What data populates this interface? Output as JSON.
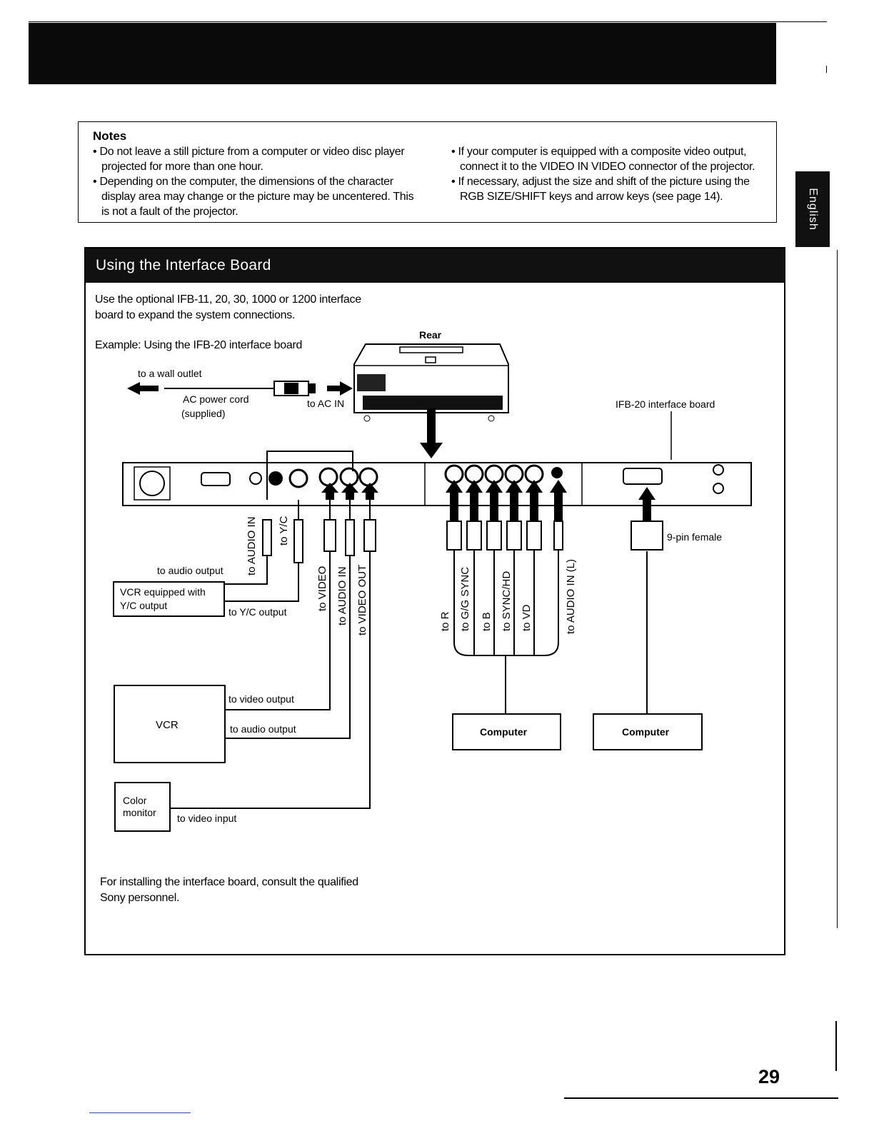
{
  "notes": {
    "heading": "Notes",
    "left": [
      "• Do not leave a still picture from a computer or video disc player projected for more than one hour.",
      "• Depending on the computer, the dimensions of the character display area may change or the picture may be uncentered. This is not a fault of the projector."
    ],
    "right": [
      "• If your computer is equipped with a composite video output, connect it to the VIDEO IN VIDEO connector of the projector.",
      "• If necessary, adjust the size and shift of the picture using the RGB SIZE/SHIFT keys and arrow keys (see page 14)."
    ]
  },
  "side_tab": "English",
  "section": {
    "title": "Using the Interface Board",
    "intro_line1": "Use the optional IFB-11, 20, 30, 1000 or 1200 interface",
    "intro_line2": "board to expand the system connections.",
    "example": "Example:  Using the IFB-20 interface board",
    "footer_line1": "For installing the interface board, consult the qualified",
    "footer_line2": "Sony personnel."
  },
  "diagram": {
    "rear": "Rear",
    "wall_outlet": "to a wall outlet",
    "ac_cord1": "AC power cord",
    "ac_cord2": "(supplied)",
    "ac_in": "to AC IN",
    "board": "IFB-20 interface board",
    "nine_pin": "9-pin female",
    "to_audio_in": "to AUDIO IN",
    "to_yc": "to Y/C",
    "to_audio_output": "to audio output",
    "vcr_yc1": "VCR equipped with",
    "vcr_yc2": "Y/C output",
    "to_yc_output": "to Y/C output",
    "to_video": "to VIDEO",
    "to_audio_in2": "to AUDIO IN",
    "to_video_out": "to VIDEO OUT",
    "vcr": "VCR",
    "to_video_output": "to video output",
    "to_audio_output2": "to audio output",
    "color1": "Color",
    "color2": "monitor",
    "to_video_input": "to video input",
    "to_r": "to R",
    "to_g": "to G/G SYNC",
    "to_b": "to B",
    "to_sync": "to SYNC/HD",
    "to_vd": "to VD",
    "to_audio_l": "to AUDIO IN (L)",
    "computer1": "Computer",
    "computer2": "Computer"
  },
  "page_number": "29"
}
